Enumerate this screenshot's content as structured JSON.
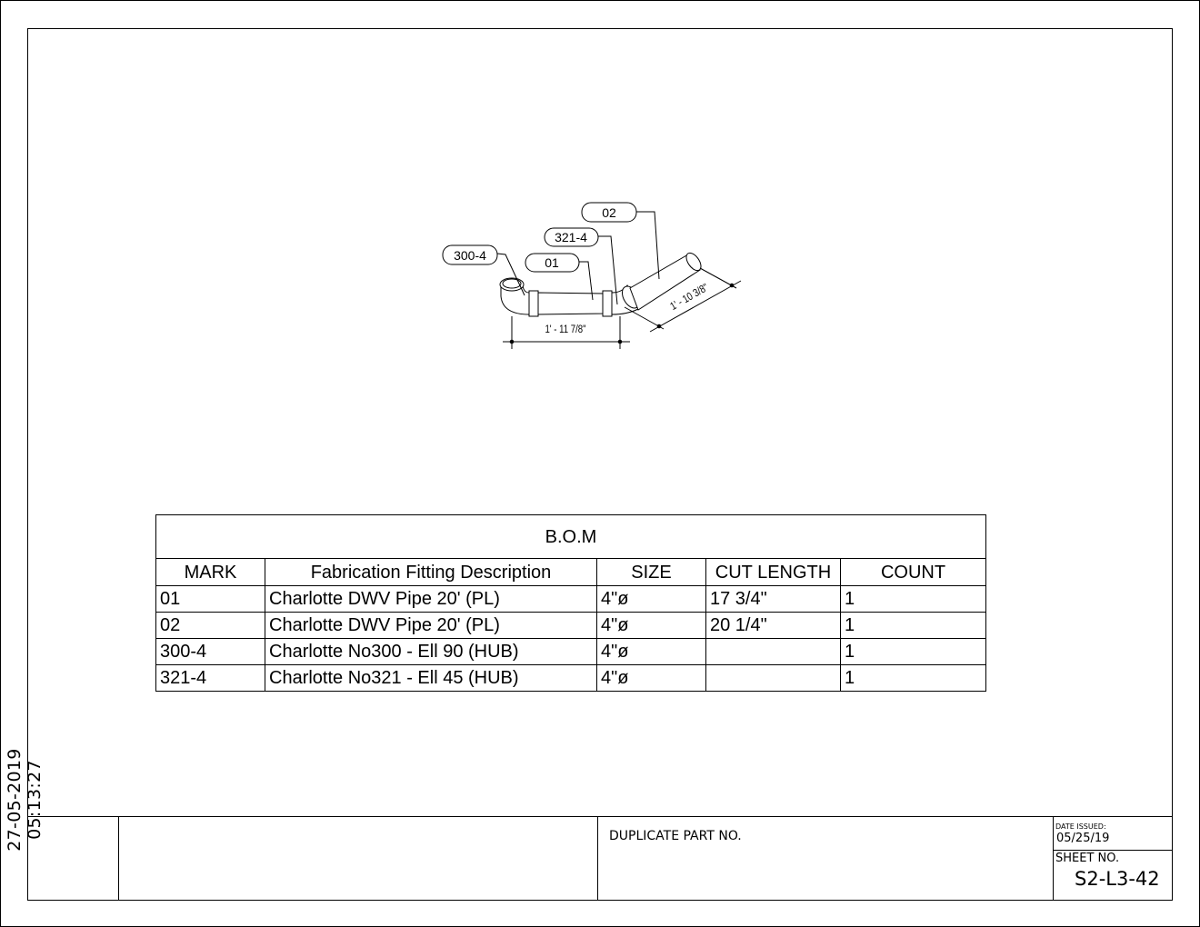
{
  "timestamp": "27-05-2019 05:13:27",
  "drawing": {
    "tags": [
      "300-4",
      "01",
      "321-4",
      "02"
    ],
    "dimensions": [
      "1' - 11 7/8\"",
      "1' - 10 3/8\""
    ]
  },
  "bom": {
    "title": "B.O.M",
    "headers": [
      "MARK",
      "Fabrication Fitting Description",
      "SIZE",
      "CUT LENGTH",
      "COUNT"
    ],
    "rows": [
      [
        "01",
        "Charlotte DWV Pipe 20' (PL)",
        "4\"ø",
        "17 3/4\"",
        "1"
      ],
      [
        "02",
        "Charlotte DWV Pipe 20' (PL)",
        "4\"ø",
        "20 1/4\"",
        "1"
      ],
      [
        "300-4",
        "Charlotte No300 - Ell 90 (HUB)",
        "4\"ø",
        "",
        "1"
      ],
      [
        "321-4",
        "Charlotte No321 - Ell 45 (HUB)",
        "4\"ø",
        "",
        "1"
      ]
    ]
  },
  "title_block": {
    "duplicate_label": "DUPLICATE PART NO.",
    "date_label": "DATE ISSUED:",
    "date_value": "05/25/19",
    "sheet_label": "SHEET NO.",
    "sheet_value": "S2-L3-42"
  }
}
